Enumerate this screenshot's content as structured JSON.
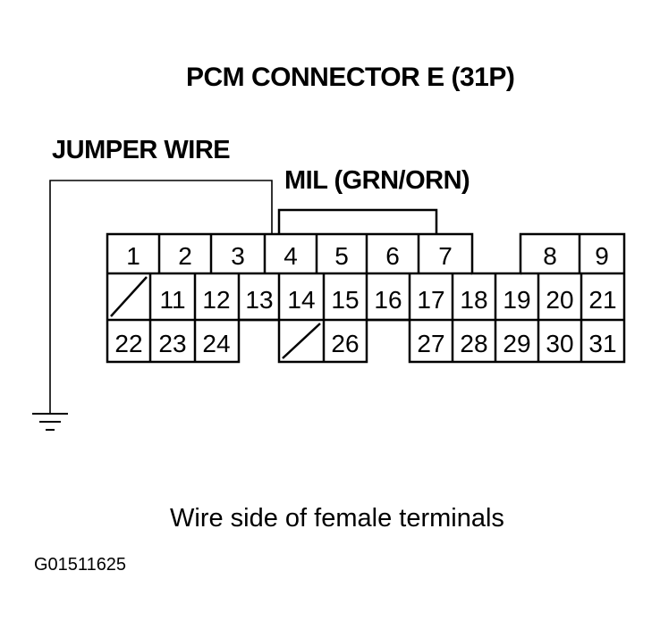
{
  "title": "PCM CONNECTOR E (31P)",
  "jumper_label": "JUMPER WIRE",
  "mil_label": "MIL (GRN/ORN)",
  "caption": "Wire side of female terminals",
  "figure_code": "G01511625",
  "terminals": {
    "t1": "1",
    "t2": "2",
    "t3": "3",
    "t4": "4",
    "t5": "5",
    "t6": "6",
    "t7": "7",
    "t8": "8",
    "t9": "9",
    "t11": "11",
    "t12": "12",
    "t13": "13",
    "t14": "14",
    "t15": "15",
    "t16": "16",
    "t17": "17",
    "t18": "18",
    "t19": "19",
    "t20": "20",
    "t21": "21",
    "t22": "22",
    "t23": "23",
    "t24": "24",
    "t26": "26",
    "t27": "27",
    "t28": "28",
    "t29": "29",
    "t30": "30",
    "t31": "31"
  }
}
